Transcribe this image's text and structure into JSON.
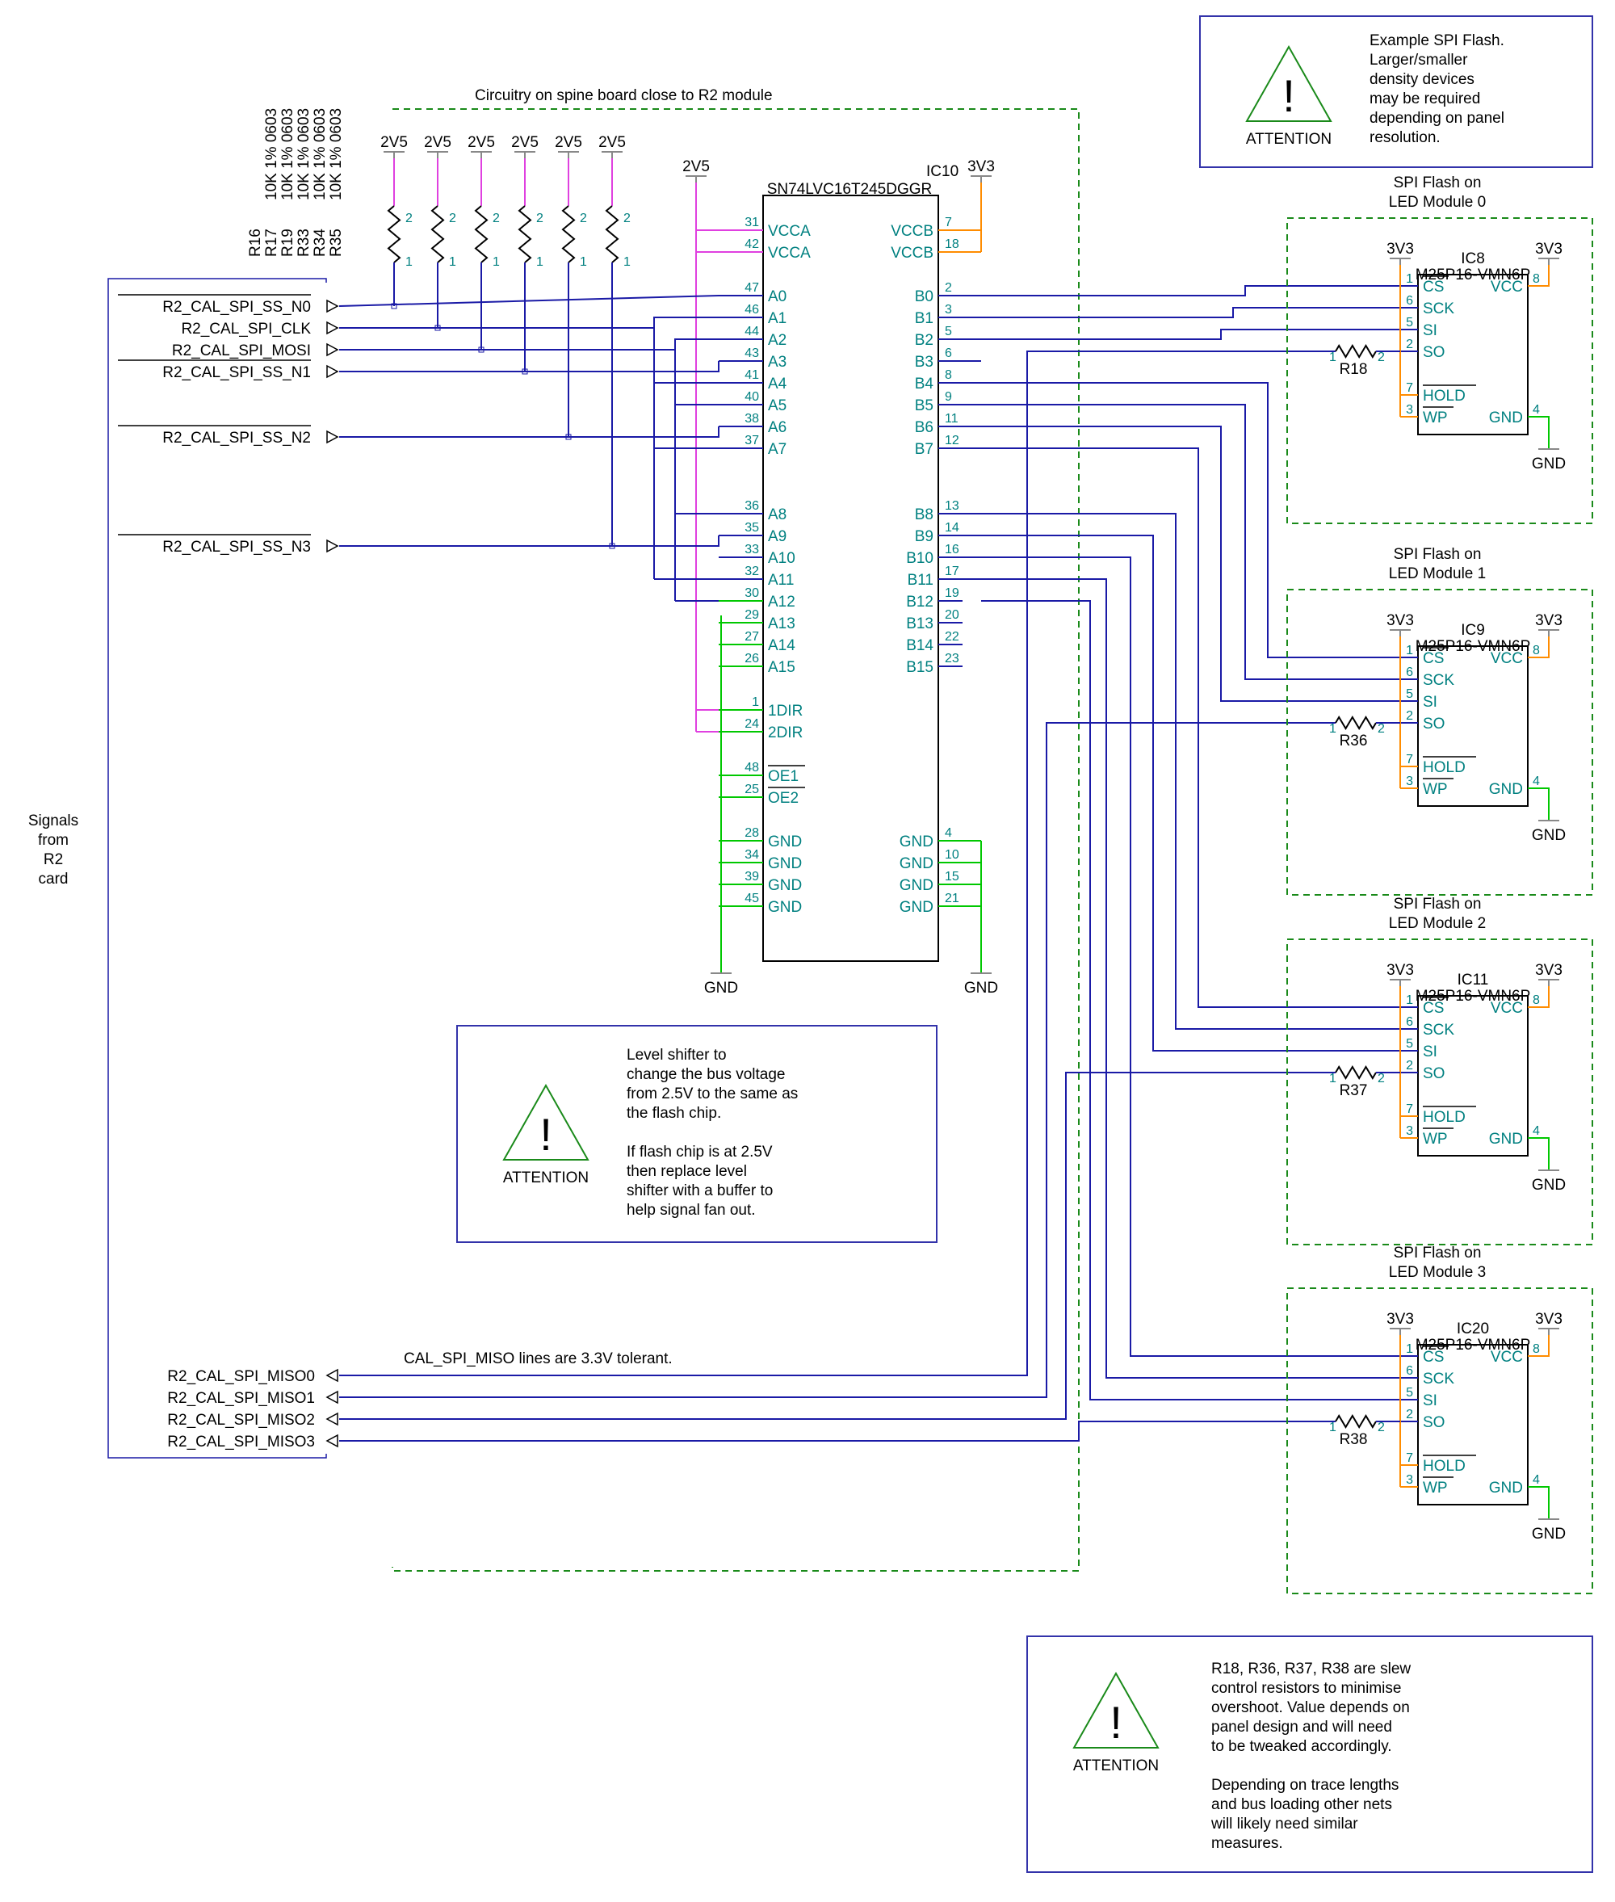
{
  "spine_title": "Circuitry on spine board close to R2 module",
  "side_label": [
    "Signals",
    "from",
    "R2",
    "card"
  ],
  "pullups": {
    "rail": "2V5",
    "values": [
      "10K 1% 0603",
      "10K 1% 0603",
      "10K 1% 0603",
      "10K 1% 0603",
      "10K 1% 0603"
    ],
    "refs": [
      "R16",
      "R17",
      "R19",
      "R33",
      "R34",
      "R35"
    ],
    "pin1": "1",
    "pin2": "2"
  },
  "inputs": [
    "R2_CAL_SPI_SS_N0",
    "R2_CAL_SPI_CLK",
    "R2_CAL_SPI_MOSI",
    "R2_CAL_SPI_SS_N1",
    "R2_CAL_SPI_SS_N2",
    "R2_CAL_SPI_SS_N3"
  ],
  "outputs": [
    "R2_CAL_SPI_MISO0",
    "R2_CAL_SPI_MISO1",
    "R2_CAL_SPI_MISO2",
    "R2_CAL_SPI_MISO3"
  ],
  "miso_note": "CAL_SPI_MISO lines are 3.3V tolerant.",
  "ic10": {
    "ref": "IC10",
    "part": "SN74LVC16T245DGGR",
    "vcca_rail": "2V5",
    "vccb_rail": "3V3",
    "gnd": "GND",
    "left_pins": [
      {
        "num": "31",
        "name": "VCCA"
      },
      {
        "num": "42",
        "name": "VCCA"
      },
      {
        "num": "47",
        "name": "A0"
      },
      {
        "num": "46",
        "name": "A1"
      },
      {
        "num": "44",
        "name": "A2"
      },
      {
        "num": "43",
        "name": "A3"
      },
      {
        "num": "41",
        "name": "A4"
      },
      {
        "num": "40",
        "name": "A5"
      },
      {
        "num": "38",
        "name": "A6"
      },
      {
        "num": "37",
        "name": "A7"
      },
      {
        "num": "36",
        "name": "A8"
      },
      {
        "num": "35",
        "name": "A9"
      },
      {
        "num": "33",
        "name": "A10"
      },
      {
        "num": "32",
        "name": "A11"
      },
      {
        "num": "30",
        "name": "A12"
      },
      {
        "num": "29",
        "name": "A13"
      },
      {
        "num": "27",
        "name": "A14"
      },
      {
        "num": "26",
        "name": "A15"
      },
      {
        "num": "1",
        "name": "1DIR"
      },
      {
        "num": "24",
        "name": "2DIR"
      },
      {
        "num": "48",
        "name": "OE1"
      },
      {
        "num": "25",
        "name": "OE2"
      },
      {
        "num": "28",
        "name": "GND"
      },
      {
        "num": "34",
        "name": "GND"
      },
      {
        "num": "39",
        "name": "GND"
      },
      {
        "num": "45",
        "name": "GND"
      }
    ],
    "right_pins": [
      {
        "num": "7",
        "name": "VCCB"
      },
      {
        "num": "18",
        "name": "VCCB"
      },
      {
        "num": "2",
        "name": "B0"
      },
      {
        "num": "3",
        "name": "B1"
      },
      {
        "num": "5",
        "name": "B2"
      },
      {
        "num": "6",
        "name": "B3"
      },
      {
        "num": "8",
        "name": "B4"
      },
      {
        "num": "9",
        "name": "B5"
      },
      {
        "num": "11",
        "name": "B6"
      },
      {
        "num": "12",
        "name": "B7"
      },
      {
        "num": "13",
        "name": "B8"
      },
      {
        "num": "14",
        "name": "B9"
      },
      {
        "num": "16",
        "name": "B10"
      },
      {
        "num": "17",
        "name": "B11"
      },
      {
        "num": "19",
        "name": "B12"
      },
      {
        "num": "20",
        "name": "B13"
      },
      {
        "num": "22",
        "name": "B14"
      },
      {
        "num": "23",
        "name": "B15"
      },
      {
        "num": "4",
        "name": "GND"
      },
      {
        "num": "10",
        "name": "GND"
      },
      {
        "num": "15",
        "name": "GND"
      },
      {
        "num": "21",
        "name": "GND"
      }
    ]
  },
  "flash_pins": [
    {
      "num": "1",
      "name": "CS"
    },
    {
      "num": "6",
      "name": "SCK"
    },
    {
      "num": "5",
      "name": "SI"
    },
    {
      "num": "2",
      "name": "SO"
    },
    {
      "num": "7",
      "name": "HOLD"
    },
    {
      "num": "3",
      "name": "WP"
    },
    {
      "num": "8",
      "name": "VCC"
    },
    {
      "num": "4",
      "name": "GND"
    }
  ],
  "flash_modules": [
    {
      "title1": "SPI Flash on",
      "title2": "LED Module 0",
      "ref": "IC8",
      "part": "M25P16-VMN6P",
      "rail": "3V3",
      "gnd": "GND",
      "res": "R18"
    },
    {
      "title1": "SPI Flash on",
      "title2": "LED Module 1",
      "ref": "IC9",
      "part": "M25P16-VMN6P",
      "rail": "3V3",
      "gnd": "GND",
      "res": "R36"
    },
    {
      "title1": "SPI Flash on",
      "title2": "LED Module 2",
      "ref": "IC11",
      "part": "M25P16-VMN6P",
      "rail": "3V3",
      "gnd": "GND",
      "res": "R37"
    },
    {
      "title1": "SPI Flash on",
      "title2": "LED Module 3",
      "ref": "IC20",
      "part": "M25P16-VMN6P",
      "rail": "3V3",
      "gnd": "GND",
      "res": "R38"
    }
  ],
  "notes": [
    {
      "heading": "ATTENTION",
      "lines": [
        "Example SPI Flash.",
        "Larger/smaller",
        "density devices",
        "may be required",
        "depending on panel",
        "resolution."
      ]
    },
    {
      "heading": "ATTENTION",
      "lines": [
        "Level shifter to",
        "change the bus voltage",
        "from 2.5V to the same as",
        "the flash chip.",
        "",
        "If flash chip is at 2.5V",
        "then replace level",
        "shifter with a buffer to",
        "help signal fan out."
      ]
    },
    {
      "heading": "ATTENTION",
      "lines": [
        "R18, R36, R37, R38 are slew",
        "control resistors to minimise",
        "overshoot. Value depends on",
        "panel design and will need",
        "to be tweaked accordingly.",
        "",
        "Depending on trace lengths",
        "and bus loading other nets",
        "will likely need similar",
        "measures."
      ]
    }
  ],
  "colors": {
    "signal": "#1a1aa6",
    "vcca": "#e040e0",
    "vccb": "#ff8c00",
    "gnd": "#00c800",
    "dash": "#1a8a1a",
    "text_teal": "#008080",
    "border": "#3333aa"
  }
}
